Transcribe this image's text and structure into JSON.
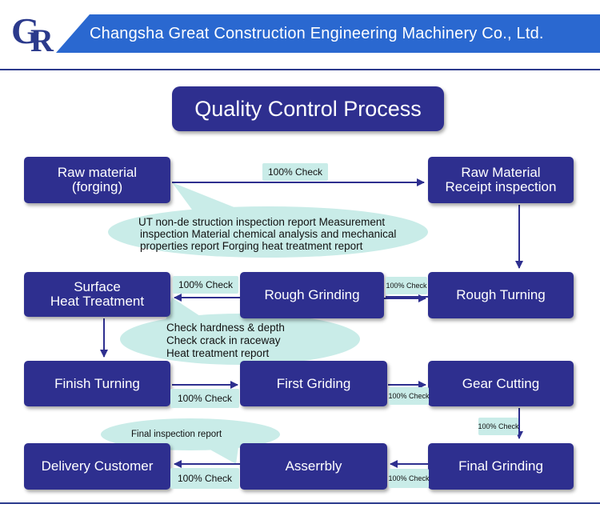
{
  "header": {
    "logo": "GR",
    "company": "Changsha Great Construction Engineering Machinery Co., Ltd."
  },
  "title": "Quality Control Process",
  "steps": {
    "raw_material": [
      "Raw material",
      "(forging)"
    ],
    "raw_material_receipt": [
      "Raw Material",
      "Receipt inspection"
    ],
    "surface_heat": [
      "Surface",
      "Heat Treatment"
    ],
    "rough_grinding": "Rough Grinding",
    "rough_turning": "Rough Turning",
    "finish_turning": "Finish Turning",
    "first_griding": "First Griding",
    "gear_cutting": "Gear Cutting",
    "delivery_customer": "Delivery Customer",
    "asserrbly": "Asserrbly",
    "final_grinding": "Final Grinding"
  },
  "checks": {
    "raw_to_receipt": "100% Check",
    "turning_to_grinding": "100% Check",
    "grinding_to_heat": "100% Check",
    "finish_to_first": "100% Check",
    "first_to_gear": "100% Check",
    "gear_to_final": "100% Check",
    "final_to_assembly": "100% Check",
    "assembly_to_delivery": "100% Check"
  },
  "notes": {
    "raw_material_reports": [
      "UT non-de struction inspection report Measurement",
      "inspection Material chemical analysis and mechanical",
      "properties report Forging heat treatment report"
    ],
    "heat_treatment_checks": [
      "Check hardness & depth",
      "Check crack in raceway",
      "Heat treatment report"
    ],
    "final_report": "Final inspection report"
  },
  "colors": {
    "box": "#2e2f8f",
    "banner": "#2a68d0",
    "bubble": "#c9ece8",
    "arrow": "#2e2f8f"
  }
}
